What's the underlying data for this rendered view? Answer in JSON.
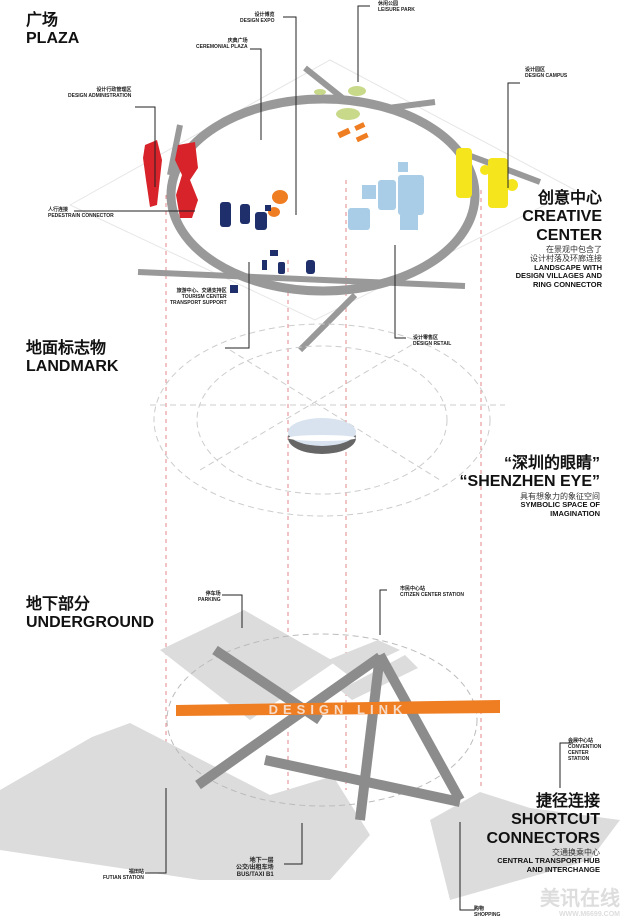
{
  "plaza": {
    "title_cn": "广场",
    "title_en": "PLAZA",
    "labels": [
      {
        "cn": "设计博览",
        "en": "DESIGN EXPO"
      },
      {
        "cn": "庆典广场",
        "en": "CEREMONIAL PLAZA"
      },
      {
        "cn": "休闲公园",
        "en": "LEISURE PARK"
      },
      {
        "cn": "设计园区",
        "en": "DESIGN CAMPUS"
      },
      {
        "cn": "设计行政管理区",
        "en": "DESIGN ADMINISTRATION"
      },
      {
        "cn": "人行连接",
        "en": "PEDESTRAIN CONNECTOR"
      },
      {
        "cn": "旅游中心、交通支持区",
        "en": "TOURISM CENTER",
        "en2": "TRANSPORT SUPPORT"
      },
      {
        "cn": "设计零售区",
        "en": "DESIGN RETAIL"
      }
    ]
  },
  "creative": {
    "title_cn": "创意中心",
    "title_en1": "CREATIVE",
    "title_en2": "CENTER",
    "desc_cn1": "在景观中包含了",
    "desc_cn2": "设计村落及环廊连接",
    "desc_en1": "LANDSCAPE WITH",
    "desc_en2": "DESIGN VILLAGES AND",
    "desc_en3": "RING CONNECTOR"
  },
  "landmark": {
    "title_cn": "地面标志物",
    "title_en": "LANDMARK"
  },
  "eye": {
    "title_cn": "“深圳的眼睛”",
    "title_en": "“SHENZHEN EYE”",
    "desc_cn": "具有想象力的象征空间",
    "desc_en1": "SYMBOLIC SPACE OF",
    "desc_en2": "IMAGINATION"
  },
  "underground": {
    "title_cn": "地下部分",
    "title_en": "UNDERGROUND",
    "banner": "DESIGN LINK",
    "labels": [
      {
        "cn": "停车场",
        "en": "PARKING"
      },
      {
        "cn": "市民中心站",
        "en": "CITIZEN CENTER STATION"
      },
      {
        "cn": "会展中心站",
        "en": "CONVENTION",
        "en2": "CENTER",
        "en3": "STATION"
      },
      {
        "cn": "福田站",
        "en": "FUTIAN STATION"
      },
      {
        "cn": "地下一层",
        "cn2": "公交/出租车场",
        "en": "BUS/TAXI B1"
      },
      {
        "cn": "购物",
        "en": "SHOPPING"
      }
    ]
  },
  "shortcut": {
    "title_cn": "捷径连接",
    "title_en1": "SHORTCUT",
    "title_en2": "CONNECTORS",
    "desc_cn": "交通换乘中心",
    "desc_en1": "CENTRAL TRANSPORT HUB",
    "desc_en2": "AND INTERCHANGE"
  },
  "watermark": {
    "cn": "美讯在线",
    "url": "WWW.M6699.COM"
  },
  "colors": {
    "red": "#d8232a",
    "orange": "#ef7d22",
    "navy": "#1f2f6b",
    "lightblue": "#a9cde6",
    "yellow": "#f5e51c",
    "green": "#c8d98a",
    "ring": "#9a9a9a",
    "underground": "#dcdcdc"
  }
}
